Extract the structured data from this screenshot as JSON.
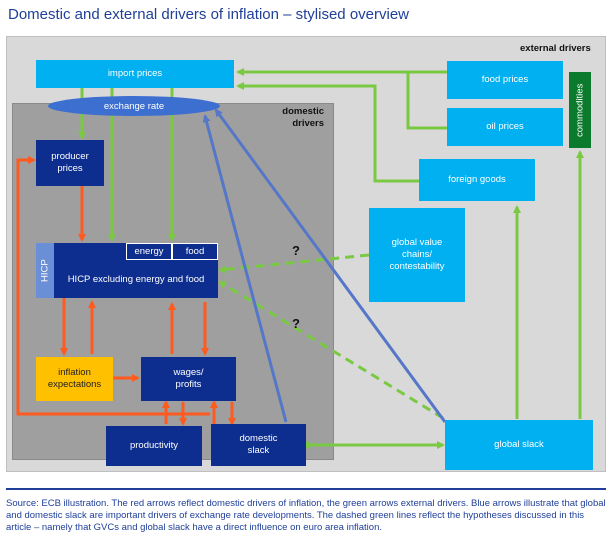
{
  "title": "Domestic and external drivers of inflation – stylised overview",
  "regions": {
    "external": "external drivers",
    "domestic": [
      "domestic",
      "drivers"
    ]
  },
  "nodes": {
    "import_prices": "import prices",
    "exchange_rate": "exchange rate",
    "producer_prices": [
      "producer",
      "prices"
    ],
    "hicp_tag": "HICP",
    "energy": "energy",
    "food": "food",
    "hicp_excl": "HICP excluding energy and food",
    "inflation_expectations": [
      "inflation",
      "expectations"
    ],
    "wages_profits": [
      "wages/",
      "profits"
    ],
    "productivity": "productivity",
    "domestic_slack": [
      "domestic",
      "slack"
    ],
    "food_prices": "food prices",
    "oil_prices": "oil prices",
    "commodities": "commodities",
    "foreign_goods": "foreign goods",
    "gvc": [
      "global value",
      "chains/",
      "contestability"
    ],
    "global_slack": "global slack",
    "question_1": "?",
    "question_2": "?"
  },
  "colors": {
    "red": "#ff5a1f",
    "green": "#7ac943",
    "blue": "#5577c8",
    "light_blue_box": "#00b0f0",
    "dark_blue_box": "#0d2e8f",
    "orange_box": "#ffc000",
    "dark_green_box": "#0b7a2d"
  },
  "source": "Source: ECB illustration. The red arrows reflect domestic drivers of inflation, the green arrows external drivers. Blue arrows illustrate that global and domestic slack are important drivers of exchange rate developments. The dashed green lines reflect the hypotheses discussed in this article – namely that GVCs and global slack have a direct influence on euro area inflation."
}
